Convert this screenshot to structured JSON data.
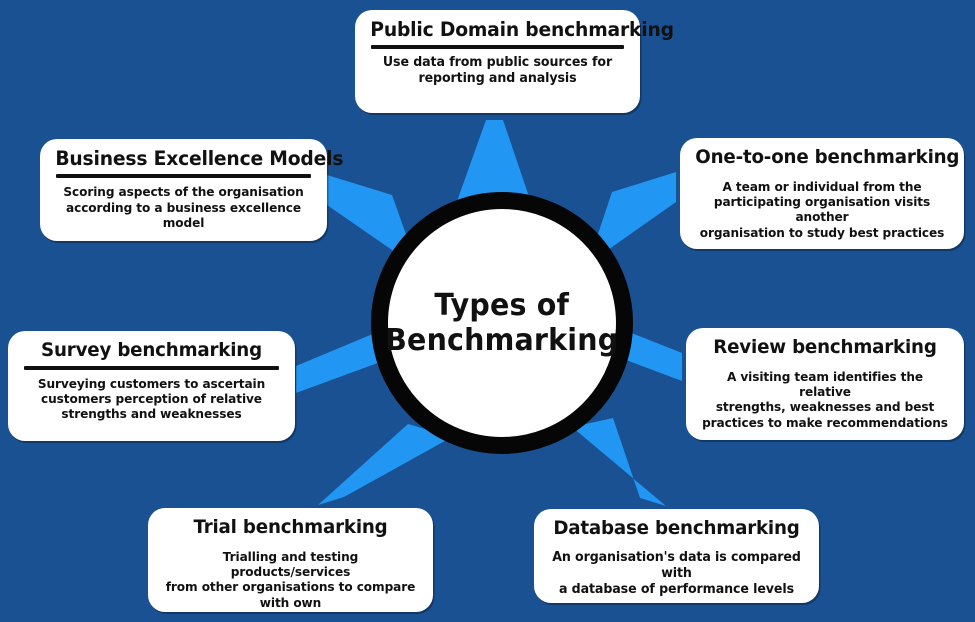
{
  "diagram": {
    "title": "Types of Benchmarking",
    "center_label": "Types of\nBenchmarking",
    "background_color": "#1a5192",
    "ray_color": "#2196f3",
    "box_color": "#ffffff",
    "text_color": "#111111",
    "ring_color": "#060606",
    "nodes": [
      {
        "id": "public-domain",
        "title": "Public Domain benchmarking",
        "description": "Use data from public sources for\nreporting and analysis"
      },
      {
        "id": "business-excellence-models",
        "title": "Business Excellence Models",
        "description": "Scoring aspects of the organisation\naccording to a business excellence model"
      },
      {
        "id": "one-to-one",
        "title": "One-to-one benchmarking",
        "description": "A team or individual from the\nparticipating organisation visits another\norganisation to study best practices"
      },
      {
        "id": "survey",
        "title": "Survey benchmarking",
        "description": "Surveying customers to ascertain\ncustomers perception of relative\nstrengths and weaknesses"
      },
      {
        "id": "review",
        "title": "Review benchmarking",
        "description": "A visiting team identifies the relative\nstrengths, weaknesses and best\npractices to make recommendations"
      },
      {
        "id": "trial",
        "title": "Trial benchmarking",
        "description": "Trialling and testing products/services\nfrom other organisations to compare\nwith own"
      },
      {
        "id": "database",
        "title": "Database benchmarking",
        "description": "An organisation's data is compared with\na database of performance levels"
      }
    ]
  }
}
